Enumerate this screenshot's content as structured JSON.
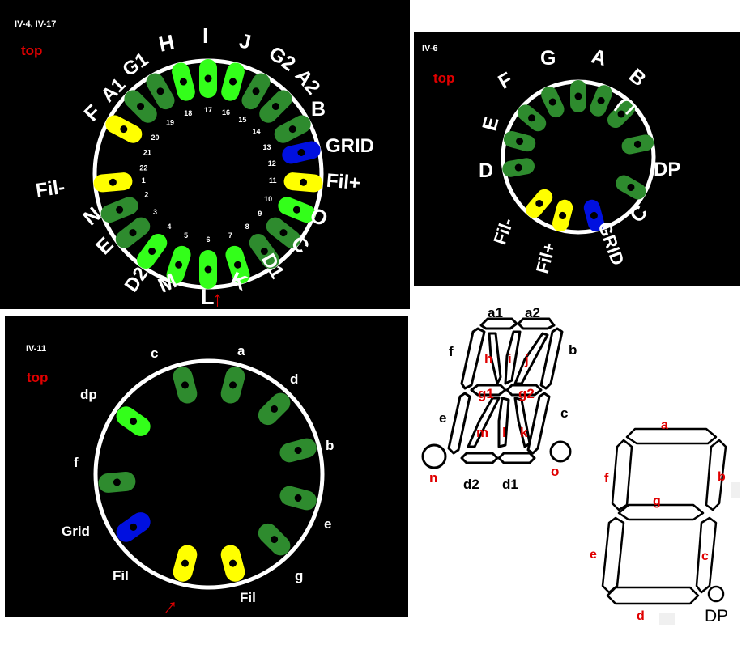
{
  "colors": {
    "dark_green": "#2e8b2e",
    "light_green": "#33ff1a",
    "yellow": "#ffff00",
    "blue": "#0010e0",
    "red_label": "#e00000"
  },
  "iv4": {
    "title": "IV-4, IV-17",
    "top_label": "top",
    "outer_labels": [
      "I",
      "J",
      "G2",
      "A2",
      "B",
      "GRID",
      "Fil+",
      "O",
      "C",
      "D1",
      "K",
      "L",
      "M",
      "D2",
      "E",
      "N",
      "Fil-",
      "F",
      "A1",
      "G1",
      "H"
    ],
    "pin_numbers": [
      "1",
      "2",
      "3",
      "4",
      "5",
      "6",
      "7",
      "8",
      "9",
      "10",
      "11",
      "12",
      "13",
      "14",
      "15",
      "16",
      "17",
      "18",
      "19",
      "20",
      "21",
      "22"
    ],
    "arrow": "↑"
  },
  "iv6": {
    "title": "IV-6",
    "top_label": "top",
    "labels": [
      "F",
      "G",
      "A",
      "B",
      "E",
      "D",
      "DP",
      "C",
      "Fil-",
      "Fil+",
      "GRID"
    ]
  },
  "iv11": {
    "title": "IV-11",
    "top_label": "top",
    "labels": [
      "c",
      "a",
      "d",
      "dp",
      "b",
      "f",
      "Grid",
      "e",
      "Fil",
      "g",
      "Fil"
    ],
    "arrow": "↑"
  },
  "seg14": {
    "labels_black": [
      "a1",
      "a2",
      "f",
      "b",
      "e",
      "c",
      "d2",
      "d1"
    ],
    "labels_red": [
      "h",
      "i",
      "j",
      "g1",
      "g2",
      "m",
      "l",
      "k",
      "n",
      "o"
    ]
  },
  "seg7": {
    "labels_red": [
      "a",
      "f",
      "b",
      "g",
      "e",
      "c",
      "d"
    ],
    "label_black": "DP"
  }
}
